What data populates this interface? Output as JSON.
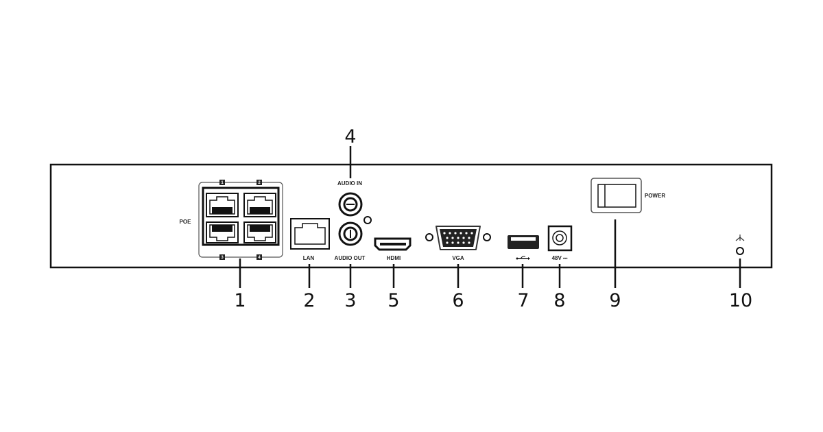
{
  "labels": {
    "poe": "POE",
    "audio_in": "AUDIO IN",
    "audio_out": "AUDIO OUT",
    "lan": "LAN",
    "hdmi": "HDMI",
    "vga": "VGA",
    "dc": "48V ⎓",
    "power": "POWER",
    "usb_symbol": "usb-icon",
    "ground_symbol": "ground-icon"
  },
  "poe_ports": [
    "1",
    "2",
    "3",
    "4"
  ],
  "callouts": [
    "1",
    "2",
    "3",
    "4",
    "5",
    "6",
    "7",
    "8",
    "9",
    "10"
  ]
}
